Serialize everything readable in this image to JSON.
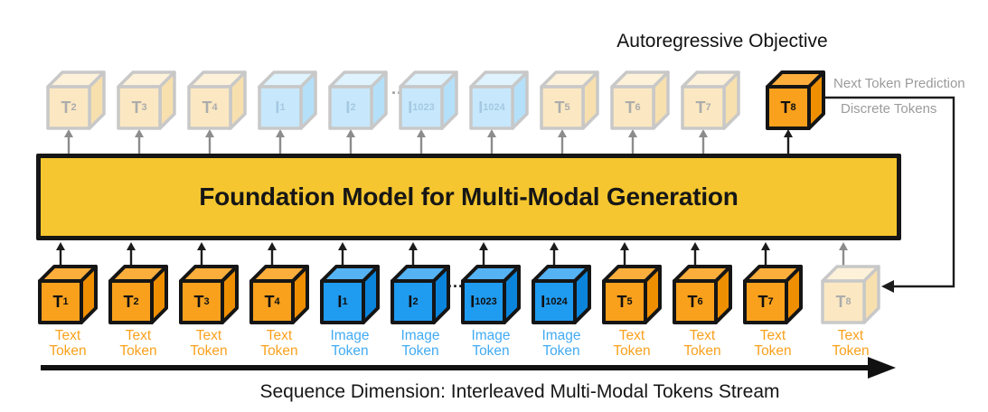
{
  "title": "Autoregressive Objective",
  "side_labels": {
    "next_token_prediction": "Next Token Prediction",
    "discrete_tokens": "Discrete Tokens"
  },
  "model_box": {
    "label": "Foundation Model for Multi-Modal Generation"
  },
  "sequence_axis": {
    "label": "Sequence Dimension: Interleaved Multi-Modal Tokens Stream"
  },
  "ellipsis": "...",
  "colors": {
    "text_token_orange": "#F9A11D",
    "image_token_blue": "#1F9BF0",
    "image_caption_blue": "#42ABF3",
    "model_box_yellow": "#F5C62F",
    "faded_stroke_gray": "#C8C8C8",
    "arrow_black": "#1C1C1C",
    "arrow_gray": "#8C8C8C"
  },
  "top_row": {
    "description": "predicted / output tokens",
    "cubes": [
      {
        "base": "T",
        "sub": "2",
        "type": "text",
        "faded": true
      },
      {
        "base": "T",
        "sub": "3",
        "type": "text",
        "faded": true
      },
      {
        "base": "T",
        "sub": "4",
        "type": "text",
        "faded": true
      },
      {
        "base": "I",
        "sub": "1",
        "type": "image",
        "faded": true
      },
      {
        "base": "I",
        "sub": "2",
        "type": "image",
        "faded": true
      },
      {
        "base": "I",
        "sub": "1023",
        "type": "image",
        "faded": true
      },
      {
        "base": "I",
        "sub": "1024",
        "type": "image",
        "faded": true
      },
      {
        "base": "T",
        "sub": "5",
        "type": "text",
        "faded": true
      },
      {
        "base": "T",
        "sub": "6",
        "type": "text",
        "faded": true
      },
      {
        "base": "T",
        "sub": "7",
        "type": "text",
        "faded": true
      },
      {
        "base": "T",
        "sub": "8",
        "type": "text",
        "faded": false
      }
    ]
  },
  "bottom_row": {
    "description": "input token stream",
    "cubes": [
      {
        "base": "T",
        "sub": "1",
        "type": "text",
        "faded": false,
        "caption": [
          "Text",
          "Token"
        ]
      },
      {
        "base": "T",
        "sub": "2",
        "type": "text",
        "faded": false,
        "caption": [
          "Text",
          "Token"
        ]
      },
      {
        "base": "T",
        "sub": "3",
        "type": "text",
        "faded": false,
        "caption": [
          "Text",
          "Token"
        ]
      },
      {
        "base": "T",
        "sub": "4",
        "type": "text",
        "faded": false,
        "caption": [
          "Text",
          "Token"
        ]
      },
      {
        "base": "I",
        "sub": "1",
        "type": "image",
        "faded": false,
        "caption": [
          "Image",
          "Token"
        ]
      },
      {
        "base": "I",
        "sub": "2",
        "type": "image",
        "faded": false,
        "caption": [
          "Image",
          "Token"
        ]
      },
      {
        "base": "I",
        "sub": "1023",
        "type": "image",
        "faded": false,
        "caption": [
          "Image",
          "Token"
        ]
      },
      {
        "base": "I",
        "sub": "1024",
        "type": "image",
        "faded": false,
        "caption": [
          "Image",
          "Token"
        ]
      },
      {
        "base": "T",
        "sub": "5",
        "type": "text",
        "faded": false,
        "caption": [
          "Text",
          "Token"
        ]
      },
      {
        "base": "T",
        "sub": "6",
        "type": "text",
        "faded": false,
        "caption": [
          "Text",
          "Token"
        ]
      },
      {
        "base": "T",
        "sub": "7",
        "type": "text",
        "faded": false,
        "caption": [
          "Text",
          "Token"
        ]
      },
      {
        "base": "T",
        "sub": "8",
        "type": "text",
        "faded": true,
        "caption": [
          "Text",
          "Token"
        ]
      }
    ]
  }
}
